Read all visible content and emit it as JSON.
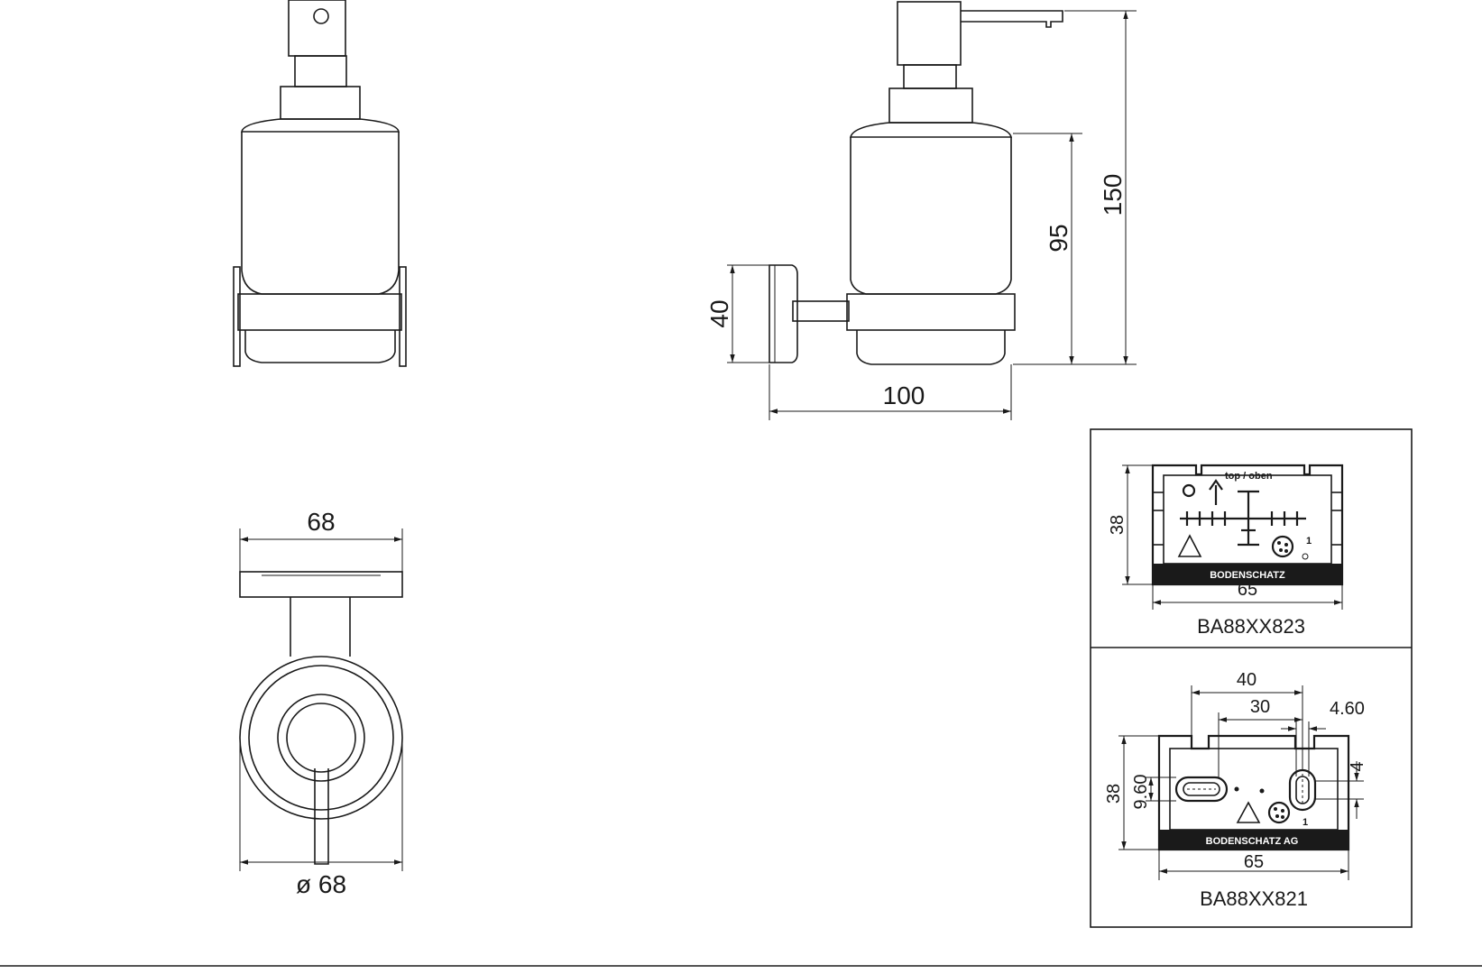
{
  "front_view": {
    "width_label": "68",
    "diameter_label": "ø 68"
  },
  "side_view": {
    "height_total_label": "150",
    "height_container_label": "95",
    "bracket_height_label": "40",
    "depth_label": "100"
  },
  "panels": [
    {
      "code": "BA88XX823",
      "height_label": "38",
      "width_label": "65",
      "top_text": "top / oben",
      "brand": "BODENSCHATZ",
      "number": "1"
    },
    {
      "code": "BA88XX821",
      "height_label": "38",
      "width_label": "65",
      "dim_40": "40",
      "dim_30": "30",
      "dim_460": "4.60",
      "dim_4": "4",
      "dim_960": "9.60",
      "brand": "BODENSCHATZ AG",
      "number": "1"
    }
  ]
}
